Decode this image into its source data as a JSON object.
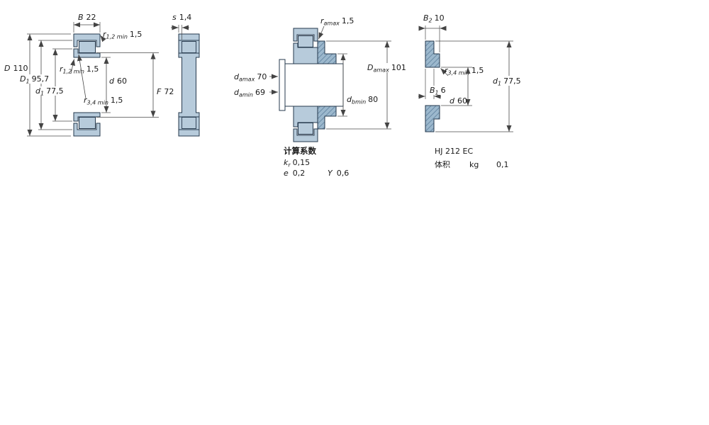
{
  "drawing1": {
    "B": {
      "base": "B",
      "sub": "",
      "value": "22"
    },
    "r12_top": {
      "base": "r",
      "sub": "1,2 min",
      "value": "1,5"
    },
    "D": {
      "base": "D",
      "sub": "",
      "value": "110"
    },
    "D1": {
      "base": "D",
      "sub": "1",
      "value": "95,7"
    },
    "d1": {
      "base": "d",
      "sub": "1",
      "value": "77,5"
    },
    "r12_mid": {
      "base": "r",
      "sub": "1,2 min",
      "value": "1,5"
    },
    "d": {
      "base": "d",
      "sub": "",
      "value": "60"
    },
    "F": {
      "base": "F",
      "sub": "",
      "value": "72"
    },
    "r34": {
      "base": "r",
      "sub": "3,4 min",
      "value": "1,5"
    }
  },
  "drawing2": {
    "s": {
      "base": "s",
      "sub": "",
      "value": "1,4"
    }
  },
  "drawing3": {
    "ra": {
      "base": "r",
      "sub": "amax",
      "value": "1,5"
    },
    "damax": {
      "base": "d",
      "sub": "amax",
      "value": "70"
    },
    "damin": {
      "base": "d",
      "sub": "amin",
      "value": "69"
    },
    "Damax": {
      "base": "D",
      "sub": "amax",
      "value": "101"
    },
    "dbmin": {
      "base": "d",
      "sub": "bmin",
      "value": "80"
    }
  },
  "drawing4": {
    "B2": {
      "base": "B",
      "sub": "2",
      "value": "10"
    },
    "r34": {
      "base": "r",
      "sub": "3,4 min",
      "value": "1,5"
    },
    "B1": {
      "base": "B",
      "sub": "1",
      "value": "6"
    },
    "d": {
      "base": "d",
      "sub": "",
      "value": "60"
    },
    "d1": {
      "base": "d",
      "sub": "1",
      "value": "77,5"
    }
  },
  "calc_factors": {
    "title": "计算系数",
    "kr": {
      "base": "k",
      "sub": "r",
      "value": "0,15"
    },
    "e": {
      "base": "e",
      "sub": "",
      "value": "0,2"
    },
    "Y": {
      "base": "Y",
      "sub": "",
      "value": "0,6"
    }
  },
  "angle_ring": {
    "designation": "HJ 212 EC",
    "mass_label": "体积",
    "mass_unit": "kg",
    "mass_value": "0,1"
  },
  "colors": {
    "section_fill": "#b7cbdb",
    "section_stroke": "#26394d",
    "dim_line": "#4a4a4a",
    "text": "#1a1a1a",
    "background": "#ffffff"
  }
}
